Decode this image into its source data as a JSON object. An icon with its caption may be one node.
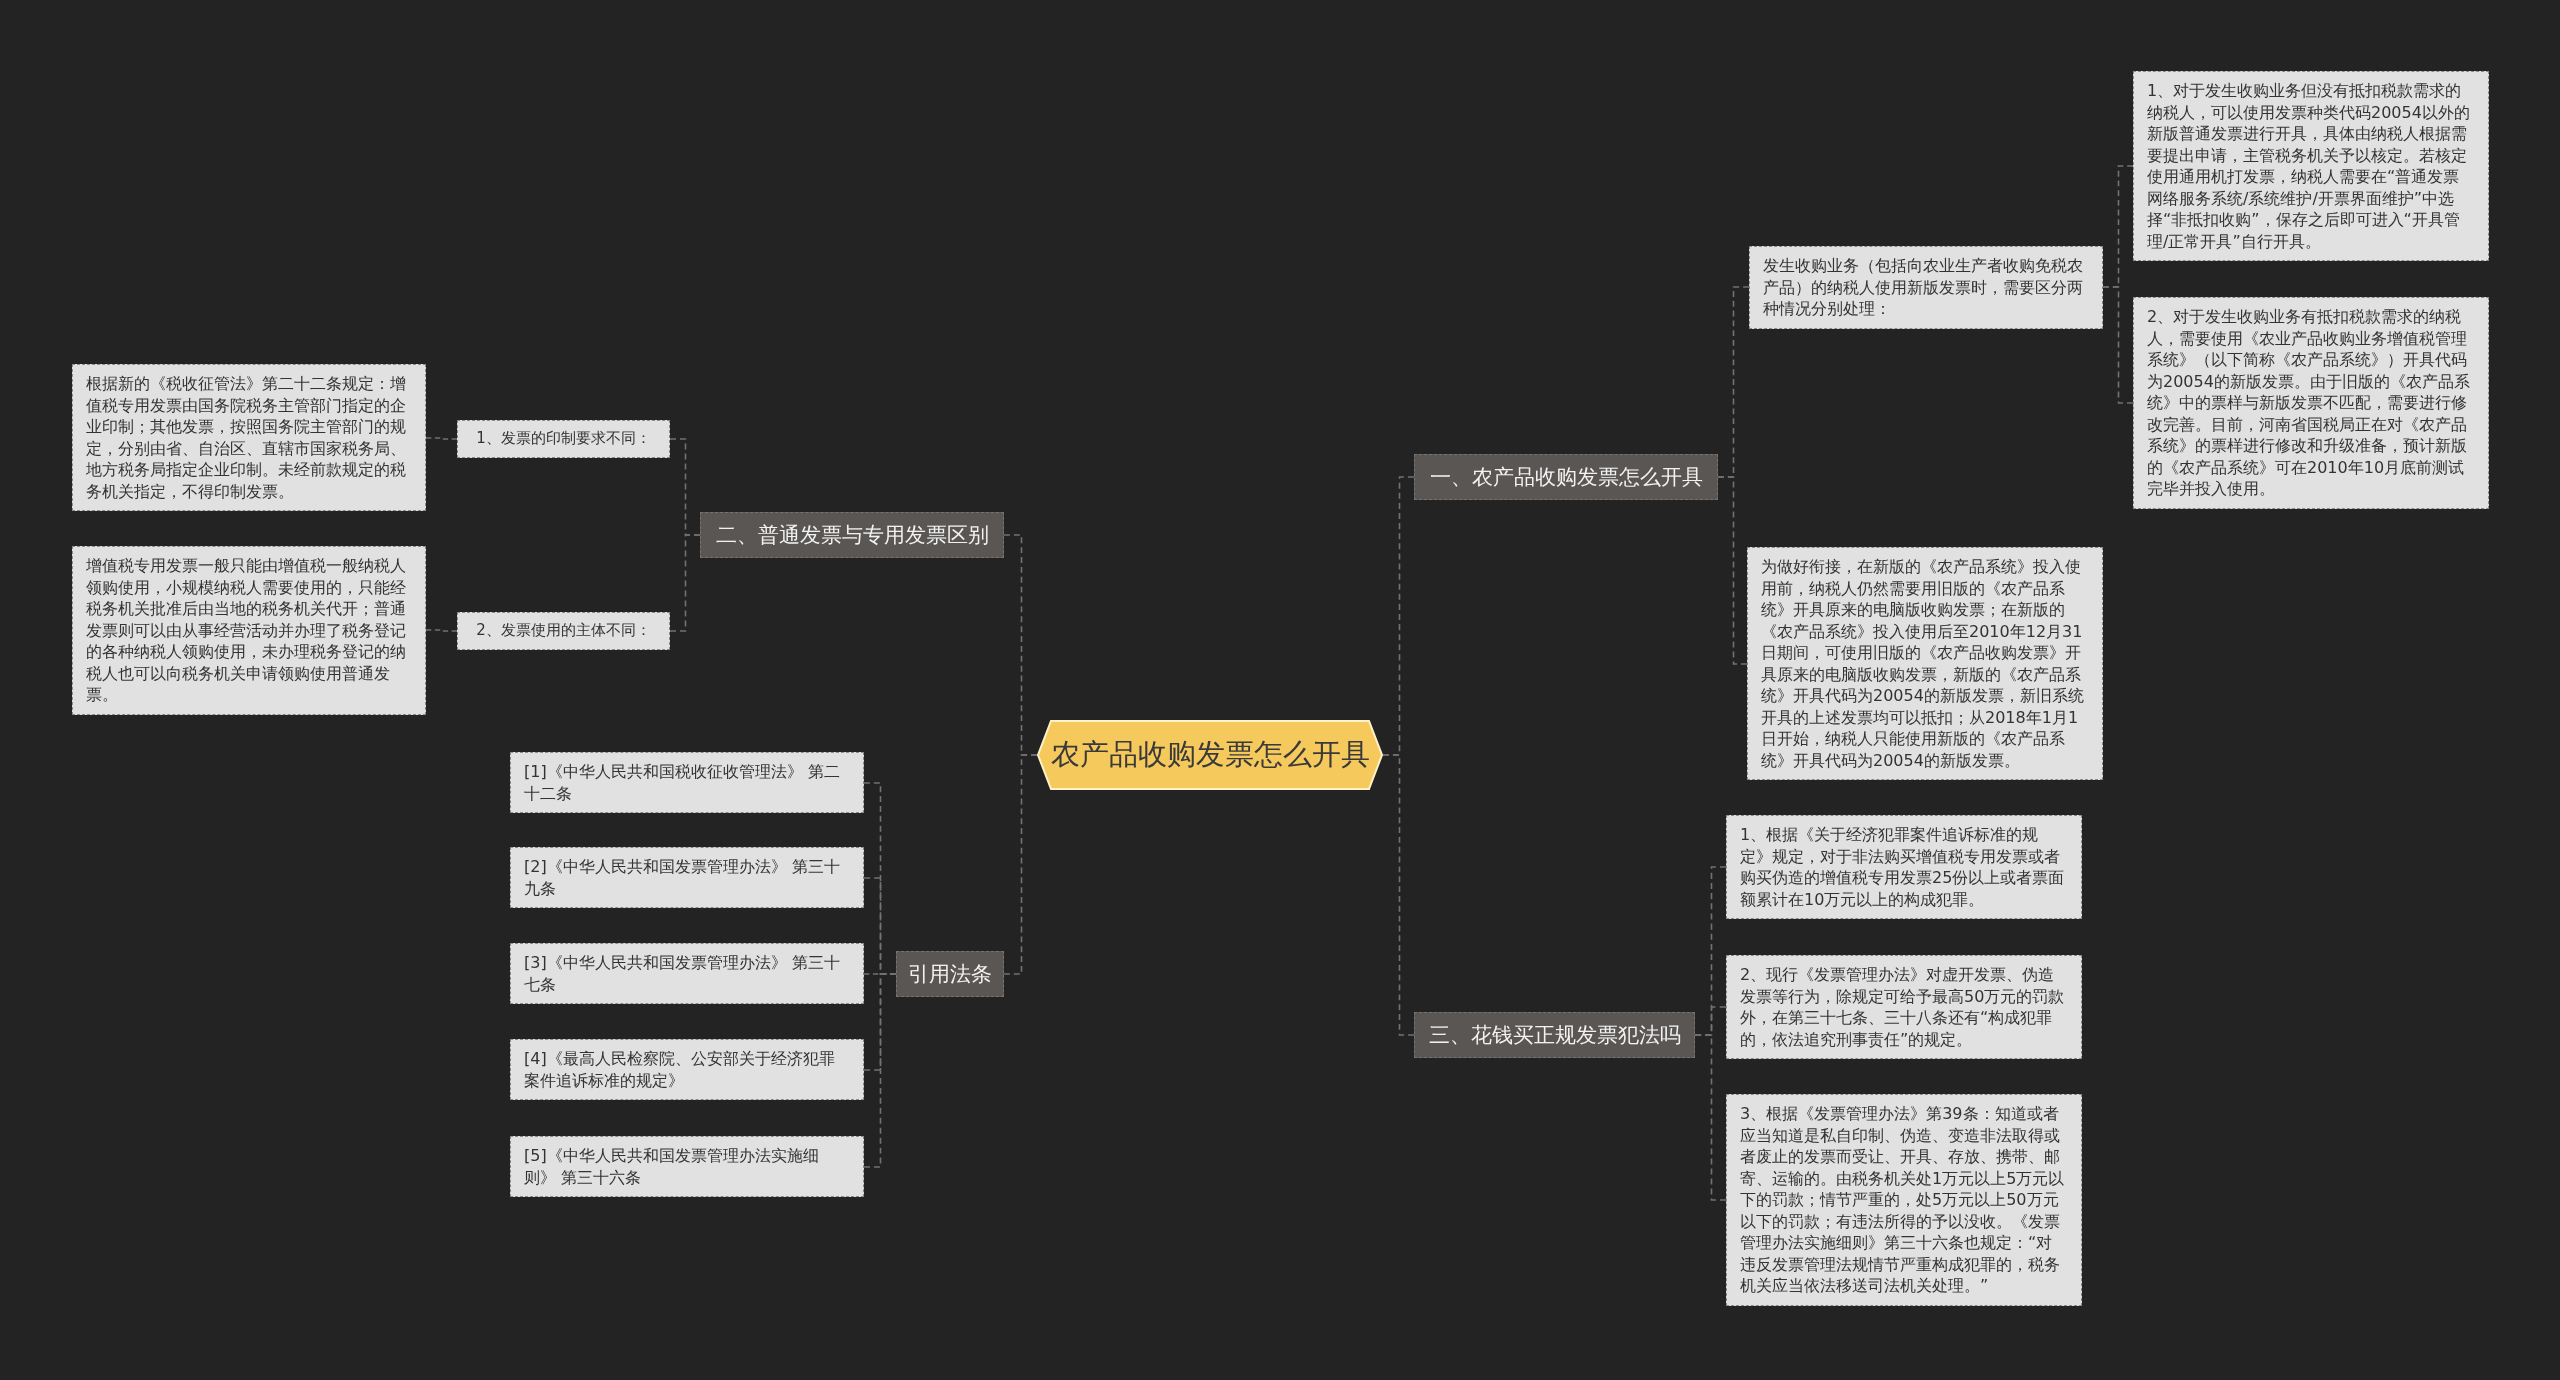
{
  "diagram": {
    "nodes": [
      {
        "text": [
          "农产品收购发票怎么开具"
        ]
      },
      {
        "text": [
          "二、普通发票与专用发票区别"
        ]
      },
      {
        "text": [
          "1、发票的印制要求不同："
        ]
      },
      {
        "text": [
          "根据新的《税收征管法》第二十二条规定：增值税专用发票由国务院税务主管部门指定的企业印制；其他发票，按照国务院主管部门的规定，分别由省、自治区、直辖市国家税务局、地方税务局指定企业印制。未经前款规定的税务机关指定，不得印制发票。"
        ]
      },
      {
        "text": [
          "2、发票使用的主体不同："
        ]
      },
      {
        "text": [
          "增值税专用发票一般只能由增值税一般纳税人领购使用，小规模纳税人需要使用的，只能经税务机关批准后由当地的税务机关代开；普通发票则可以由从事经营活动并办理了税务登记的各种纳税人领购使用，未办理税务登记的纳税人也可以向税务机关申请领购使用普通发票。"
        ]
      },
      {
        "text": [
          "引用法条"
        ]
      },
      {
        "text": [
          "[1]《中华人民共和国税收征收管理法》 第二十二条"
        ]
      },
      {
        "text": [
          "[2]《中华人民共和国发票管理办法》 第三十九条"
        ]
      },
      {
        "text": [
          "[3]《中华人民共和国发票管理办法》 第三十七条"
        ]
      },
      {
        "text": [
          "[4]《最高人民检察院、公安部关于经济犯罪案件追诉标准的规定》"
        ]
      },
      {
        "text": [
          "[5]《中华人民共和国发票管理办法实施细则》 第三十六条"
        ]
      },
      {
        "text": [
          "一、农产品收购发票怎么开具"
        ]
      },
      {
        "text": [
          "发生收购业务（包括向农业生产者收购免税农产品）的纳税人使用新版发票时，需要区分两种情况分别处理："
        ]
      },
      {
        "text": [
          "1、对于发生收购业务但没有抵扣税款需求的纳税人，可以使用发票种类代码20054以外的新版普通发票进行开具，具体由纳税人根据需要提出申请，主管税务机关予以核定。若核定使用通用机打发票，纳税人需要在“普通发票网络服务系统/系统维护/开票界面维护”中选择“非抵扣收购”，保存之后即可进入“开具管理/正常开具”自行开具。"
        ]
      },
      {
        "text": [
          "2、对于发生收购业务有抵扣税款需求的纳税人，需要使用《农业产品收购业务增值税管理系统》（以下简称《农产品系统》）开具代码为20054的新版发票。由于旧版的《农产品系统》中的票样与新版发票不匹配，需要进行修改完善。目前，河南省国税局正在对《农产品系统》的票样进行修改和升级准备，预计新版的《农产品系统》可在2010年10月底前测试完毕并投入使用。"
        ]
      },
      {
        "text": [
          "为做好衔接，在新版的《农产品系统》投入使用前，纳税人仍然需要用旧版的《农产品系统》开具原来的电脑版收购发票；在新版的《农产品系统》投入使用后至2010年12月31日期间，可使用旧版的《农产品收购发票》开具原来的电脑版收购发票，新版的《农产品系统》开具代码为20054的新版发票，新旧系统开具的上述发票均可以抵扣；从2018年1月1日开始，纳税人只能使用新版的《农产品系统》开具代码为20054的新版发票。"
        ]
      },
      {
        "text": [
          "三、花钱买正规发票犯法吗"
        ]
      },
      {
        "text": [
          "1、根据《关于经济犯罪案件追诉标准的规定》规定，对于非法购买增值税专用发票或者购买伪造的增值税专用发票25份以上或者票面额累计在10万元以上的构成犯罪。"
        ]
      },
      {
        "text": [
          "2、现行《发票管理办法》对虚开发票、伪造发票等行为，除规定可给予最高50万元的罚款外，在第三十七条、三十八条还有“构成犯罪的，依法追究刑事责任”的规定。"
        ]
      },
      {
        "text": [
          "3、根据《发票管理办法》第39条：知道或者应当知道是私自印制、伪造、变造非法取得或者废止的发票而受让、开具、存放、携带、邮寄、运输的。由税务机关处1万元以上5万元以下的罚款；情节严重的，处5万元以上50万元以下的罚款；有违法所得的予以没收。《发票管理办法实施细则》第三十六条也规定：“对违反发票管理法规情节严重构成犯罪的，税务机关应当依法移送司法机关处理。”"
        ]
      }
    ],
    "edges": [
      {
        "from": 0,
        "to": 1,
        "arrow": "none"
      },
      {
        "from": 1,
        "to": 2,
        "arrow": "none"
      },
      {
        "from": 2,
        "to": 3,
        "arrow": "none"
      },
      {
        "from": 1,
        "to": 4,
        "arrow": "none"
      },
      {
        "from": 4,
        "to": 5,
        "arrow": "none"
      },
      {
        "from": 0,
        "to": 6,
        "arrow": "none"
      },
      {
        "from": 6,
        "to": 7,
        "arrow": "none"
      },
      {
        "from": 6,
        "to": 8,
        "arrow": "none"
      },
      {
        "from": 6,
        "to": 9,
        "arrow": "none"
      },
      {
        "from": 6,
        "to": 10,
        "arrow": "none"
      },
      {
        "from": 6,
        "to": 11,
        "arrow": "none"
      },
      {
        "from": 0,
        "to": 12,
        "arrow": "none"
      },
      {
        "from": 12,
        "to": 13,
        "arrow": "none"
      },
      {
        "from": 13,
        "to": 14,
        "arrow": "none"
      },
      {
        "from": 13,
        "to": 15,
        "arrow": "none"
      },
      {
        "from": 12,
        "to": 16,
        "arrow": "none"
      },
      {
        "from": 0,
        "to": 17,
        "arrow": "none"
      },
      {
        "from": 17,
        "to": 18,
        "arrow": "none"
      },
      {
        "from": 17,
        "to": 19,
        "arrow": "none"
      },
      {
        "from": 17,
        "to": 20,
        "arrow": "none"
      }
    ]
  }
}
